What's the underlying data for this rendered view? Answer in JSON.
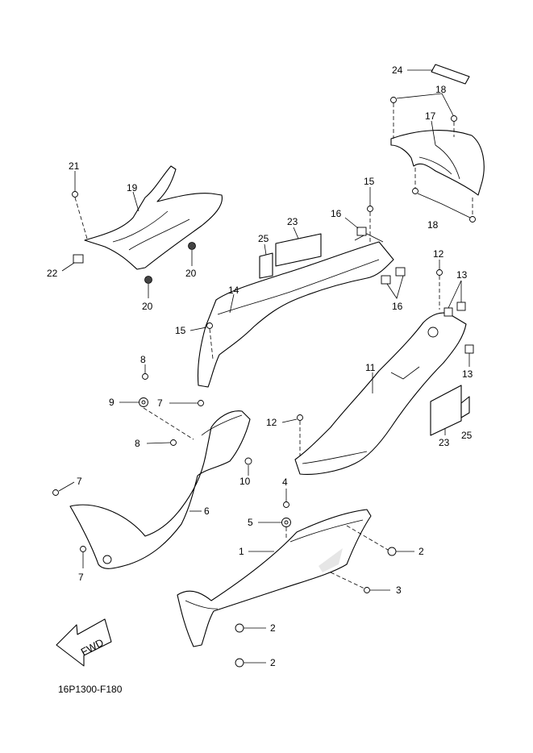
{
  "diagram_code": "16P1300-F180",
  "fwd_label": "FWD",
  "callouts": {
    "c1": "1",
    "c2a": "2",
    "c2b": "2",
    "c2c": "2",
    "c3": "3",
    "c4": "4",
    "c5": "5",
    "c6": "6",
    "c7a": "7",
    "c7b": "7",
    "c7c": "7",
    "c8a": "8",
    "c8b": "8",
    "c9": "9",
    "c10": "10",
    "c11": "11",
    "c12a": "12",
    "c12b": "12",
    "c13a": "13",
    "c13b": "13",
    "c14": "14",
    "c15a": "15",
    "c15b": "15",
    "c16a": "16",
    "c16b": "16",
    "c17": "17",
    "c18a": "18",
    "c18b": "18",
    "c19": "19",
    "c20a": "20",
    "c20b": "20",
    "c21": "21",
    "c22": "22",
    "c23a": "23",
    "c23b": "23",
    "c24": "24",
    "c25a": "25",
    "c25b": "25"
  }
}
